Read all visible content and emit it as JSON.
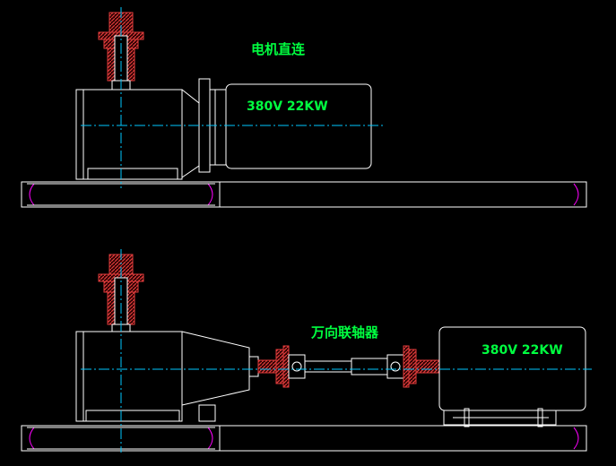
{
  "colors": {
    "background": "#000000",
    "outline": "#ffffff",
    "centerline": "#00c8ff",
    "text": "#00ff40",
    "flange_red": "#e03c3c",
    "base_magenta": "#ff00ff"
  },
  "top_view": {
    "title": "电机直连",
    "motor_label": "380V 22KW"
  },
  "bottom_view": {
    "title": "万向联轴器",
    "motor_label": "380V 22KW"
  }
}
